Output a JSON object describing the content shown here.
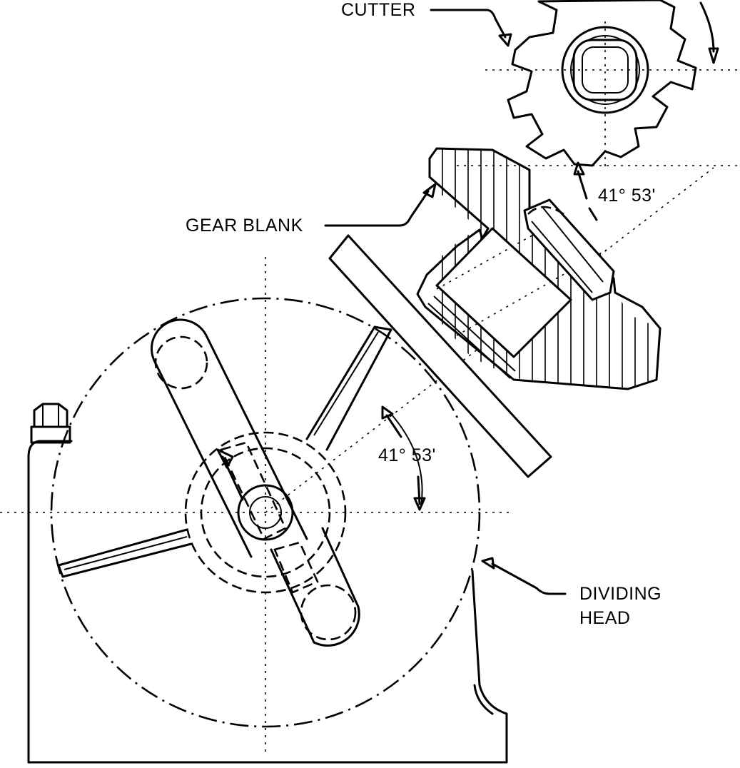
{
  "labels": {
    "cutter": "CUTTER",
    "gear_blank": "GEAR BLANK",
    "angle_top": "41° 53'",
    "angle_mid": "41° 53'",
    "dividing_head_line1": "DIVIDING",
    "dividing_head_line2": "HEAD"
  },
  "colors": {
    "ink": "#000000",
    "paper": "#ffffff"
  }
}
